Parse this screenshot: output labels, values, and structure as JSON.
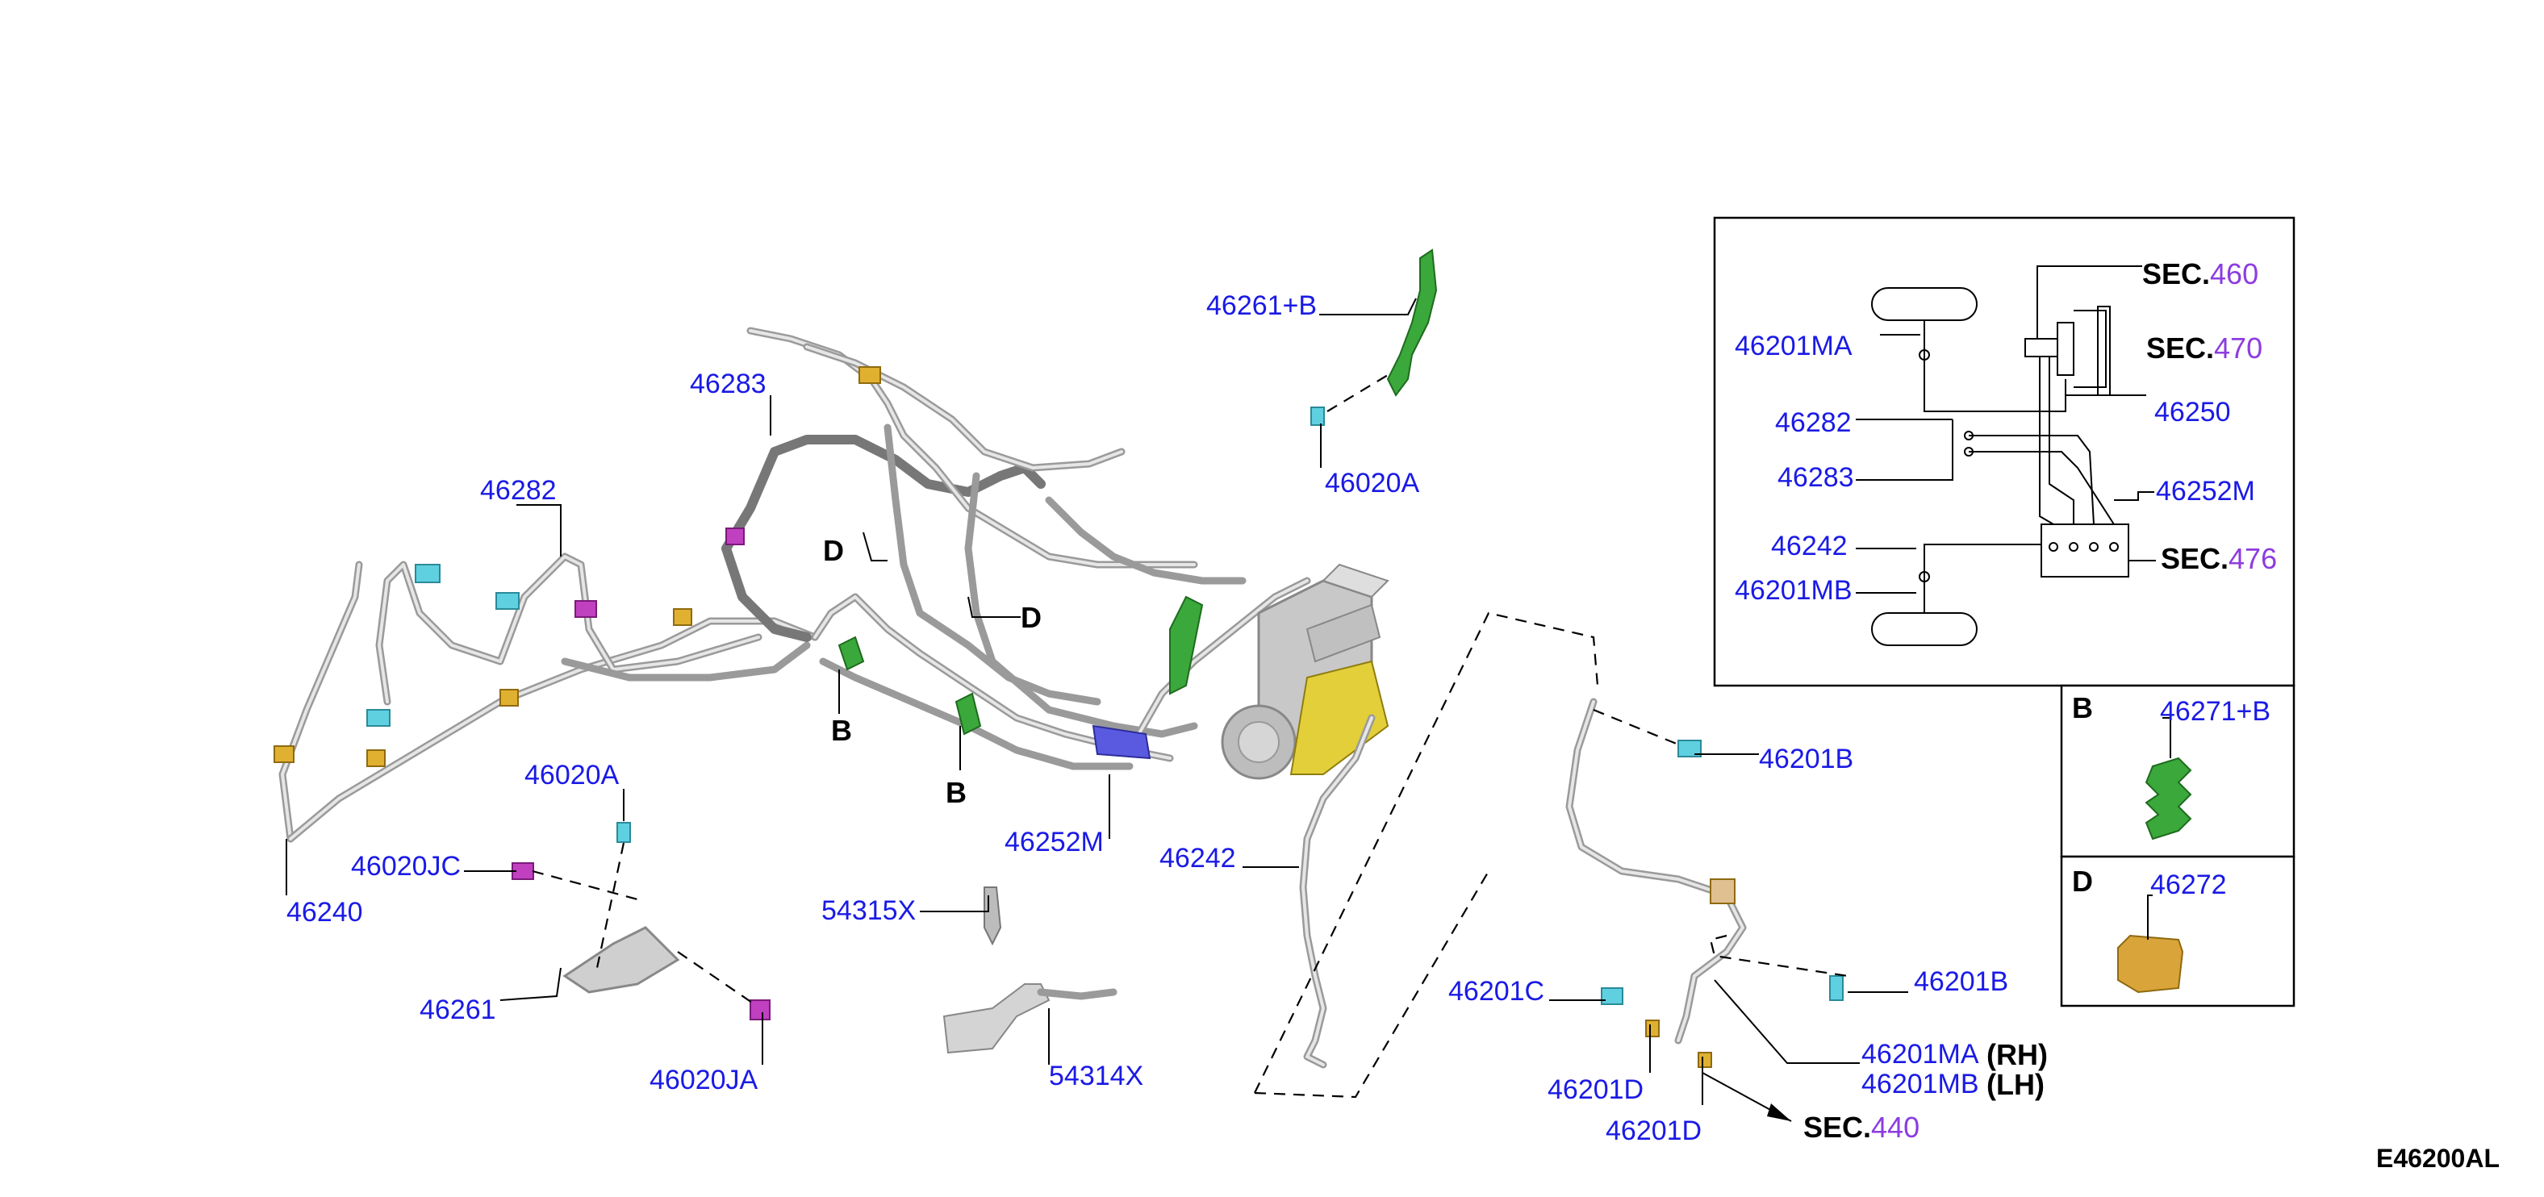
{
  "diagram_id": "E46200AL",
  "colors": {
    "part_number": "#1a1ae6",
    "section_number": "#8c3ce0",
    "bracket_green": "#3aa83a",
    "clip_cyan": "#5fd0e0",
    "clip_magenta": "#c040c0",
    "clip_yellow": "#e0b030",
    "connector_blue": "#5a5ae0",
    "pipe_gray": "#9a9a9a"
  },
  "labels": {
    "p46261B_top": "46261+B",
    "p46283": "46283",
    "p46282": "46282",
    "p46020A_top": "46020A",
    "p46020A_mid": "46020A",
    "p46020JC": "46020JC",
    "p46240": "46240",
    "p46261": "46261",
    "p46020JA": "46020JA",
    "p54315X": "54315X",
    "p54314X": "54314X",
    "p46252M": "46252M",
    "p46242": "46242",
    "p46201B_a": "46201B",
    "p46201B_b": "46201B",
    "p46201C": "46201C",
    "p46201D_a": "46201D",
    "p46201D_b": "46201D",
    "p46201MA": "46201MA",
    "p46201MB": "46201MB",
    "rh": "(RH)",
    "lh": "(LH)",
    "callout_D1": "D",
    "callout_D2": "D",
    "callout_B1": "B",
    "callout_B2": "B",
    "sec_prefix": "SEC.",
    "sec440": "440"
  },
  "inset": {
    "p46201MA": "46201MA",
    "p46282": "46282",
    "p46283": "46283",
    "p46242": "46242",
    "p46201MB": "46201MB",
    "p46250": "46250",
    "p46252M": "46252M",
    "sec_prefix": "SEC.",
    "sec460": "460",
    "sec470": "470",
    "sec476": "476"
  },
  "detail_boxes": {
    "b_letter": "B",
    "b_part": "46271+B",
    "d_letter": "D",
    "d_part": "46272"
  }
}
